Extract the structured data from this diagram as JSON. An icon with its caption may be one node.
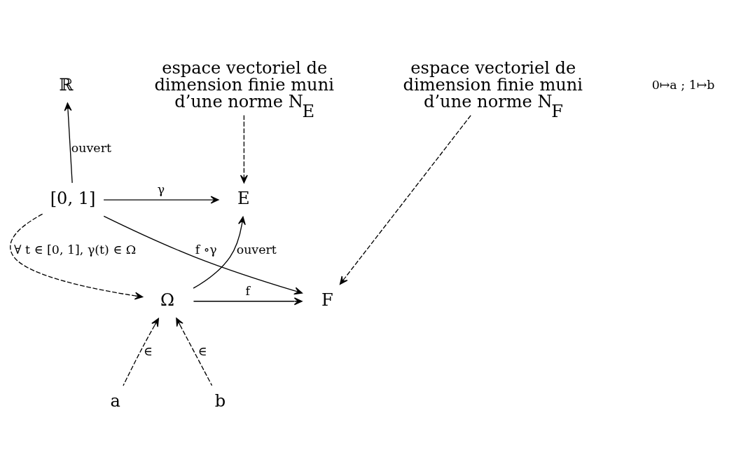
{
  "diagram": {
    "nodes": [
      {
        "text": [
          "ℝ"
        ]
      },
      {
        "text": [
          "espace vectoriel de dimension finie muni d’une norme N$_{E}$"
        ]
      },
      {
        "text": [
          "[0, 1]"
        ]
      },
      {
        "text": [
          "E"
        ]
      },
      {
        "text": [
          "espace vectoriel de dimension finie muni d’une norme N$_{F}$"
        ]
      },
      {
        "text": [
          "Ω"
        ]
      },
      {
        "text": [
          "F"
        ]
      },
      {
        "text": [
          "a"
        ]
      },
      {
        "text": [
          "b"
        ]
      }
    ],
    "edges": [
      {
        "from": 2,
        "to": 0,
        "arrow": "to",
        "label": "ouvert"
      },
      {
        "from": 2,
        "to": 3,
        "arrow": "to",
        "label": "γ"
      },
      {
        "from": 1,
        "to": 3,
        "arrow": "to",
        "style": "dashed"
      },
      {
        "from": 5,
        "to": 3,
        "arrow": "to",
        "label": "ouvert"
      },
      {
        "from": 2,
        "to": 5,
        "arrow": "to",
        "style": "dashed",
        "label": "∀ t ∈ [0, 1], γ(t) ∈ Ω"
      },
      {
        "from": 4,
        "to": 6,
        "arrow": "to",
        "style": "dashed"
      },
      {
        "from": 5,
        "to": 6,
        "arrow": "to",
        "label": "f"
      },
      {
        "from": 7,
        "to": 5,
        "arrow": "to",
        "style": "dashed",
        "label": "∈"
      },
      {
        "from": 8,
        "to": 5,
        "arrow": "to",
        "style": "dashed",
        "label": "∈"
      },
      {
        "from": 2,
        "to": 6,
        "arrow": "to",
        "label": "f ∘γ"
      }
    ],
    "labels": [
      "0↦a ; 1↦b"
    ]
  }
}
